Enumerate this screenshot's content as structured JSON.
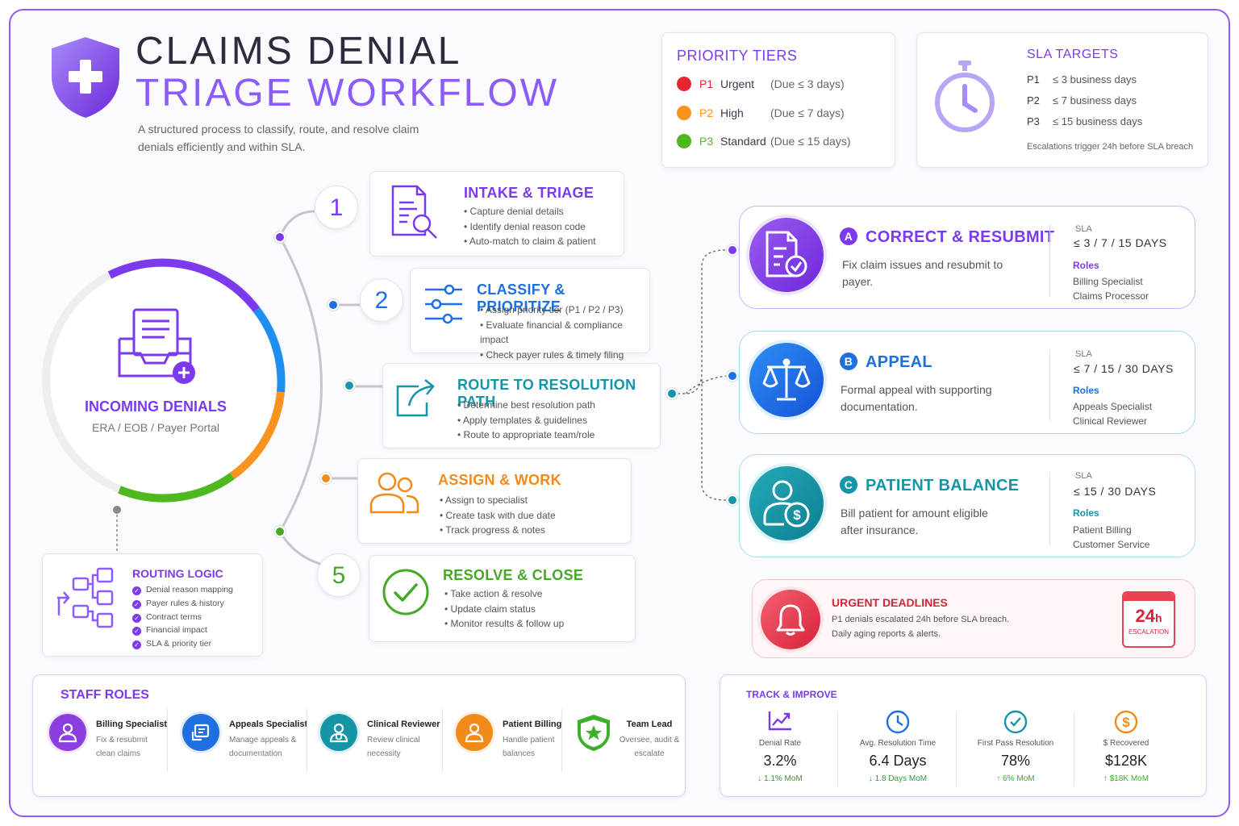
{
  "header": {
    "title_line1": "CLAIMS DENIAL",
    "title_line2": "TRIAGE WORKFLOW",
    "subtitle": "A structured process to classify, route, and resolve claim denials efficiently and within SLA."
  },
  "priority_tiers": {
    "heading": "PRIORITY TIERS",
    "tiers": [
      {
        "code": "P1",
        "name": "Urgent",
        "due": "(Due ≤ 3 days)",
        "color": "#e8262f"
      },
      {
        "code": "P2",
        "name": "High",
        "due": "(Due ≤ 7 days)",
        "color": "#f7931e"
      },
      {
        "code": "P3",
        "name": "Standard",
        "due": "(Due ≤ 15 days)",
        "color": "#4fb81e"
      }
    ]
  },
  "sla_targets": {
    "heading": "SLA TARGETS",
    "rows": [
      {
        "code": "P1",
        "value": "≤ 3 business days"
      },
      {
        "code": "P2",
        "value": "≤ 7 business days"
      },
      {
        "code": "P3",
        "value": "≤ 15 business days"
      }
    ],
    "note": "Escalations trigger 24h before SLA breach"
  },
  "incoming": {
    "title": "INCOMING DENIALS",
    "sources": "ERA / EOB / Payer Portal"
  },
  "routing_logic": {
    "title": "ROUTING LOGIC",
    "items": [
      "Denial reason mapping",
      "Payer rules & history",
      "Contract terms",
      "Financial impact",
      "SLA & priority tier"
    ]
  },
  "steps": [
    {
      "num": "1",
      "title": "INTAKE & TRIAGE",
      "bullets": [
        "Capture denial details",
        "Identify denial reason code",
        "Auto-match to claim & patient"
      ],
      "color": "#7c3aed"
    },
    {
      "num": "2",
      "title": "CLASSIFY & PRIORITIZE",
      "bullets": [
        "Assign priority tier (P1 / P2 / P3)",
        "Evaluate financial & compliance impact",
        "Check payer rules & timely filing"
      ],
      "color": "#1e6fe0"
    },
    {
      "num": "",
      "title": "ROUTE TO RESOLUTION PATH",
      "bullets": [
        "Determine best resolution path",
        "Apply templates & guidelines",
        "Route to appropriate team/role"
      ],
      "color": "#1595a8"
    },
    {
      "num": "",
      "title": "ASSIGN & WORK",
      "bullets": [
        "Assign to specialist",
        "Create task with due date",
        "Track progress & notes"
      ],
      "color": "#f28a1a"
    },
    {
      "num": "5",
      "title": "RESOLVE & CLOSE",
      "bullets": [
        "Take action & resolve",
        "Update claim status",
        "Monitor results & follow up"
      ],
      "color": "#46a827"
    }
  ],
  "paths": [
    {
      "letter": "A",
      "title": "CORRECT & RESUBMIT",
      "desc": "Fix claim issues and resubmit to payer.",
      "sla_label": "SLA",
      "sla": "≤ 3 / 7 / 15 DAYS",
      "roles_label": "Roles",
      "roles": [
        "Billing Specialist",
        "Claims Processor"
      ],
      "color": "#7c3aed"
    },
    {
      "letter": "B",
      "title": "APPEAL",
      "desc": "Formal appeal with supporting documentation.",
      "sla_label": "SLA",
      "sla": "≤ 7 / 15 / 30 DAYS",
      "roles_label": "Roles",
      "roles": [
        "Appeals Specialist",
        "Clinical Reviewer"
      ],
      "color": "#1e6fe0"
    },
    {
      "letter": "C",
      "title": "PATIENT BALANCE",
      "desc": "Bill patient for amount eligible after insurance.",
      "sla_label": "SLA",
      "sla": "≤ 15 / 30 DAYS",
      "roles_label": "Roles",
      "roles": [
        "Patient Billing",
        "Customer Service"
      ],
      "color": "#1595a8"
    }
  ],
  "urgent": {
    "title": "URGENT DEADLINES",
    "line1": "P1 denials escalated 24h before SLA breach.",
    "line2": "Daily aging reports & alerts.",
    "badge_value": "24",
    "badge_unit": "h",
    "badge_label": "ESCALATION"
  },
  "staff_roles": {
    "heading": "STAFF ROLES",
    "roles": [
      {
        "name": "Billing Specialist",
        "desc": "Fix & resubmit clean claims",
        "icon": "user-icon",
        "color": "#8b3fe0"
      },
      {
        "name": "Appeals Specialist",
        "desc": "Manage appeals & documentation",
        "icon": "document-icon",
        "color": "#1e6fe0"
      },
      {
        "name": "Clinical Reviewer",
        "desc": "Review clinical necessity",
        "icon": "doctor-icon",
        "color": "#1595a8"
      },
      {
        "name": "Patient Billing",
        "desc": "Handle patient balances",
        "icon": "user-icon",
        "color": "#f28a1a"
      },
      {
        "name": "Team Lead",
        "desc": "Oversee, audit & escalate",
        "icon": "shield-star-icon",
        "color": "#3fae2a"
      }
    ]
  },
  "track": {
    "heading": "TRACK & IMPROVE",
    "metrics": [
      {
        "label": "Denial Rate",
        "value": "3.2%",
        "delta": "↓ 1.1% MoM",
        "icon": "trend-icon",
        "color": "#7c3aed"
      },
      {
        "label": "Avg. Resolution Time",
        "value": "6.4 Days",
        "delta": "↓ 1.8 Days MoM",
        "icon": "clock-icon",
        "color": "#1e6fe0"
      },
      {
        "label": "First Pass Resolution",
        "value": "78%",
        "delta": "↑ 6% MoM",
        "icon": "check-circle-icon",
        "color": "#1595a8"
      },
      {
        "label": "$ Recovered",
        "value": "$128K",
        "delta": "↑ $18K MoM",
        "icon": "dollar-icon",
        "color": "#f28a1a"
      }
    ]
  }
}
